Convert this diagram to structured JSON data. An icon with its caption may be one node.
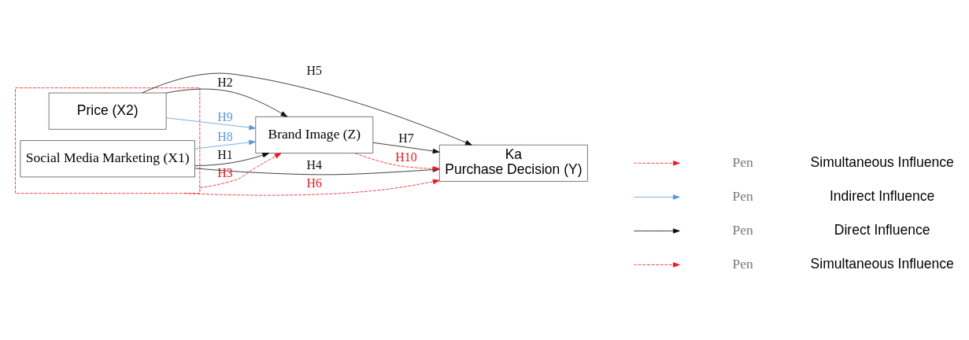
{
  "diagram": {
    "nodes": [
      {
        "text": [],
        "shape": "box"
      },
      {
        "text": [
          "Social Media Marketing (X1)"
        ],
        "in": 0
      },
      {
        "text": [
          "Price (X2)"
        ],
        "in": 0
      },
      {
        "text": [
          "Brand Image (Z)"
        ]
      },
      {
        "text": [
          "Ka",
          "Purchase Decision (Y)"
        ]
      }
    ],
    "edges": [
      {
        "from": 1,
        "to": 3,
        "arrow": "to",
        "label": "H1"
      },
      {
        "from": 2,
        "to": 3,
        "arrow": "to",
        "label": "H2"
      },
      {
        "from": 0,
        "to": 3,
        "arrow": "to",
        "label": "H3",
        "style": "dashed",
        "color": "#e8191f"
      },
      {
        "from": 1,
        "to": 4,
        "arrow": "to",
        "label": "H4"
      },
      {
        "from": 2,
        "to": 4,
        "arrow": "to",
        "label": "H5"
      },
      {
        "from": 0,
        "to": 4,
        "arrow": "to",
        "label": "H6",
        "style": "dashed",
        "color": "#e8191f"
      },
      {
        "from": 3,
        "to": 4,
        "arrow": "to",
        "label": "H7"
      },
      {
        "from": 1,
        "to": 3,
        "arrow": "to",
        "label": "H8",
        "color": "#5b9bd5"
      },
      {
        "from": 2,
        "to": 3,
        "arrow": "to",
        "label": "H9",
        "color": "#5b9bd5"
      },
      {
        "from": 3,
        "to": 4,
        "arrow": "to",
        "label": "H10",
        "style": "dashed",
        "color": "#e8191f"
      }
    ],
    "labels": [
      "Pen",
      "Pen",
      "Pen",
      "Pen"
    ],
    "legend": [
      {
        "text": "Simultaneous Influence"
      },
      {
        "text": "Indirect Influence"
      },
      {
        "text": "Direct Influence"
      },
      {
        "text": "Simultaneous Influence"
      }
    ]
  }
}
